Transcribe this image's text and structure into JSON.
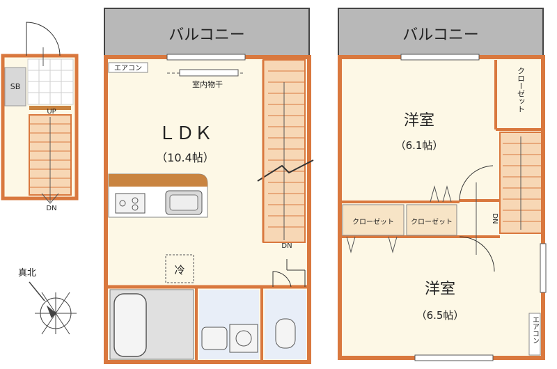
{
  "plan": {
    "balcony_left": "バルコニー",
    "balcony_right": "バルコニー",
    "ldk_name": "ＬＤＫ",
    "ldk_size": "（10.4帖）",
    "laundry": "室内物干",
    "aircon_ldk": "エアコン",
    "aircon_room": "エアコン",
    "room1_name": "洋室",
    "room1_size": "（6.1帖）",
    "room2_name": "洋室",
    "room2_size": "（6.5帖）",
    "closet_vertical": "クローゼット",
    "closet_left": "クローゼット",
    "closet_mid": "クローゼット",
    "fridge": "冷",
    "sb": "SB",
    "up_label": "UP",
    "dn_entry": "DN",
    "dn_ldk": "DN",
    "dn_room": "DN",
    "north": "真北"
  },
  "colors": {
    "wall": "#d9783e",
    "floor_ldk": "#fdf8e6",
    "floor_room": "#fdf8e6",
    "balcony": "#b8b8b8",
    "wet": "#e8eef8",
    "stair": "#f7d7b5",
    "counter": "#c98440"
  }
}
